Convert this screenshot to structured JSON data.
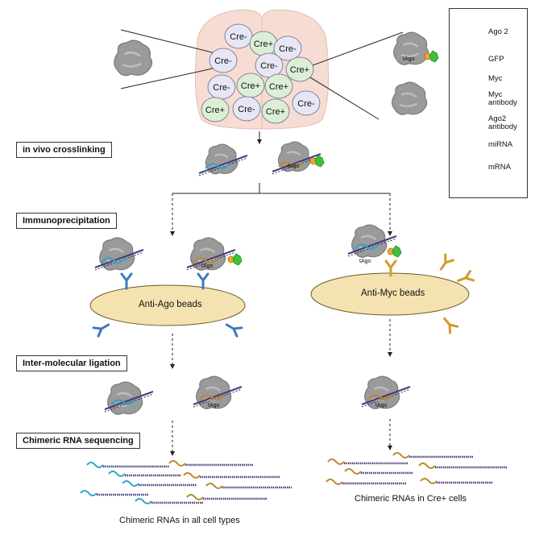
{
  "cells": [
    {
      "label": "Cre-",
      "kind": "neg"
    },
    {
      "label": "Cre+",
      "kind": "pos"
    },
    {
      "label": "Cre-",
      "kind": "neg"
    },
    {
      "label": "Cre-",
      "kind": "neg"
    },
    {
      "label": "Cre-",
      "kind": "neg"
    },
    {
      "label": "Cre+",
      "kind": "pos"
    },
    {
      "label": "Cre-",
      "kind": "neg"
    },
    {
      "label": "Cre+",
      "kind": "pos"
    },
    {
      "label": "Cre+",
      "kind": "pos"
    },
    {
      "label": "Cre+",
      "kind": "pos"
    },
    {
      "label": "Cre-",
      "kind": "neg"
    },
    {
      "label": "Cre+",
      "kind": "pos"
    },
    {
      "label": "Cre-",
      "kind": "neg"
    }
  ],
  "steps": {
    "crosslinking": "in vivo crosslinking",
    "ip": "Immunoprecipitation",
    "ligation": "Inter-molecular ligation",
    "sequencing": "Chimeric RNA sequencing"
  },
  "beads": {
    "ago": "Anti-Ago beads",
    "myc": "Anti-Myc beads"
  },
  "tag_label": "tAgo",
  "captions": {
    "all": "Chimeric RNAs in all cell types",
    "cre": "Chimeric RNAs in Cre+ cells"
  },
  "legend": [
    {
      "icon": "ago2-icon",
      "label": "Ago 2"
    },
    {
      "icon": "gfp-icon",
      "label": "GFP"
    },
    {
      "icon": "myc-icon",
      "label": "Myc"
    },
    {
      "icon": "myc-antibody-icon",
      "label": "Myc antibody"
    },
    {
      "icon": "ago2-antibody-icon",
      "label": "Ago2 antibody"
    },
    {
      "icon": "mirna-icon",
      "label": "miRNA"
    },
    {
      "icon": "mrna-icon",
      "label": "mRNA"
    }
  ],
  "colors": {
    "brain": "#f7dcd3",
    "cell_neg": "#e6e6f5",
    "cell_pos": "#dcefd6",
    "bead": "#f4e3b0",
    "ago2_antibody": "#3a7bbf",
    "myc_antibody": "#d39a2a",
    "gfp": "#3fbf3f",
    "myc": "#f0a82a",
    "mirna_blue": "#2aa7c9",
    "mirna_gold": "#b98a2a",
    "mrna": "#4a3a7a"
  }
}
